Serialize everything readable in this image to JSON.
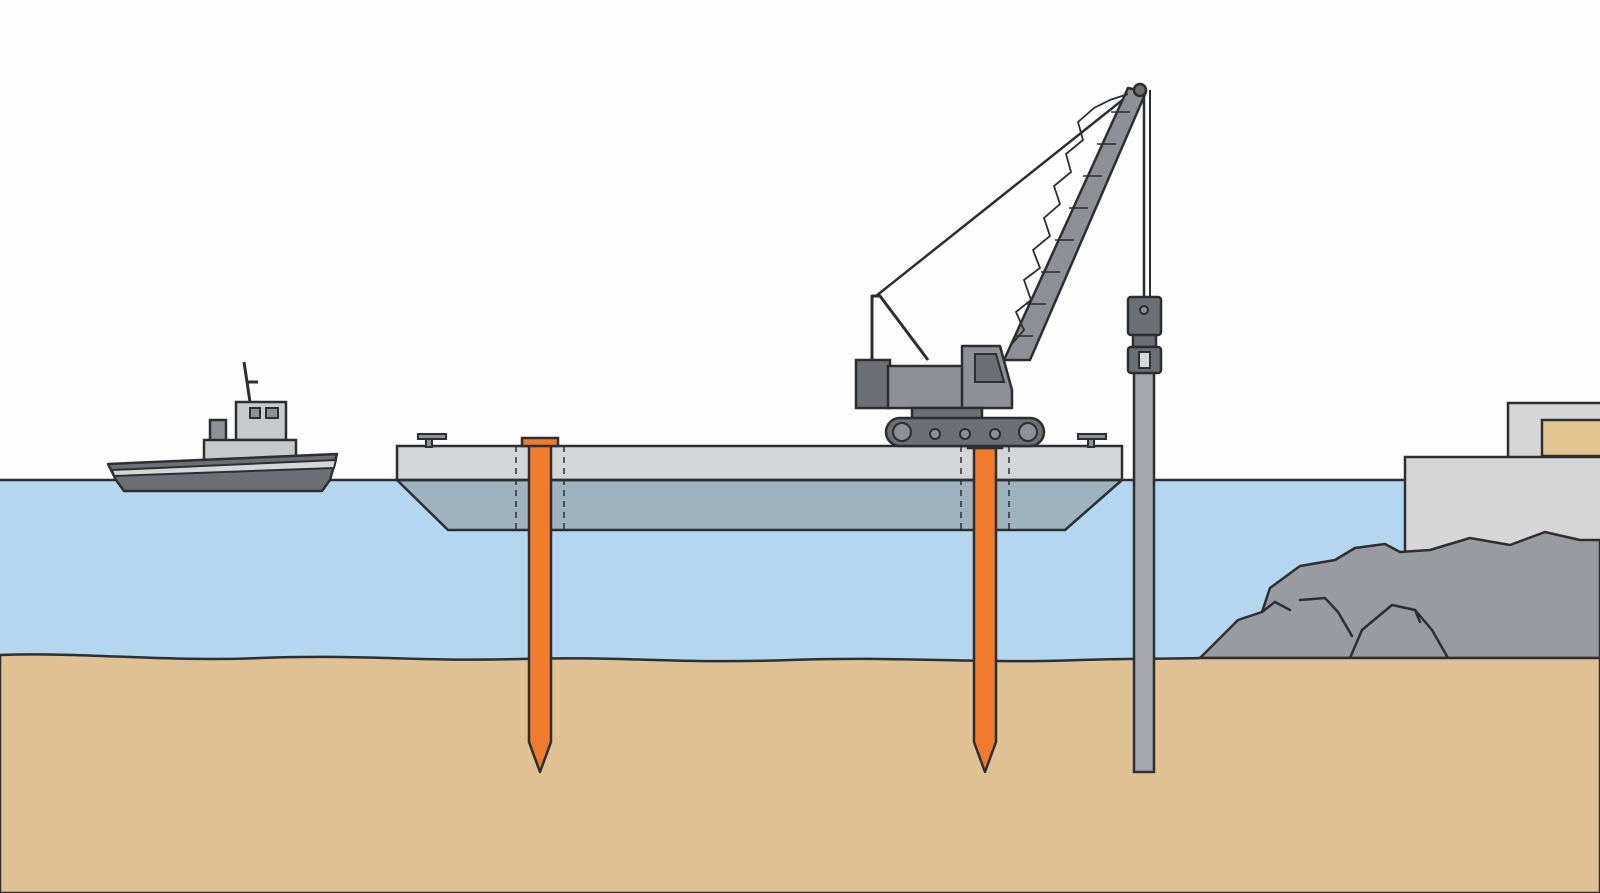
{
  "scene": {
    "elements": [
      "sky",
      "water",
      "seabed",
      "tugboat",
      "barge",
      "crawler-crane",
      "pile-hammer",
      "pile-being-driven",
      "driven-piles",
      "rock-revetment",
      "shore-building"
    ]
  },
  "colors": {
    "sky": "#fdfdfd",
    "water": "#b4d6ee",
    "seabed": "#dfc193",
    "outline": "#2b2f33",
    "steel_dark": "#6c6f74",
    "steel_mid": "#8d9096",
    "steel_light": "#d5d6d8",
    "barge_submerged": "#9fb2c0",
    "pile_orange": "#f07b2c",
    "pile_grey": "#a3a6aa",
    "rock": "#999ba0",
    "building_wall": "#d6d6d6",
    "building_window": "#e2c691",
    "boat_hull": "#6c6f74",
    "boat_cabin": "#c8c9cb"
  }
}
